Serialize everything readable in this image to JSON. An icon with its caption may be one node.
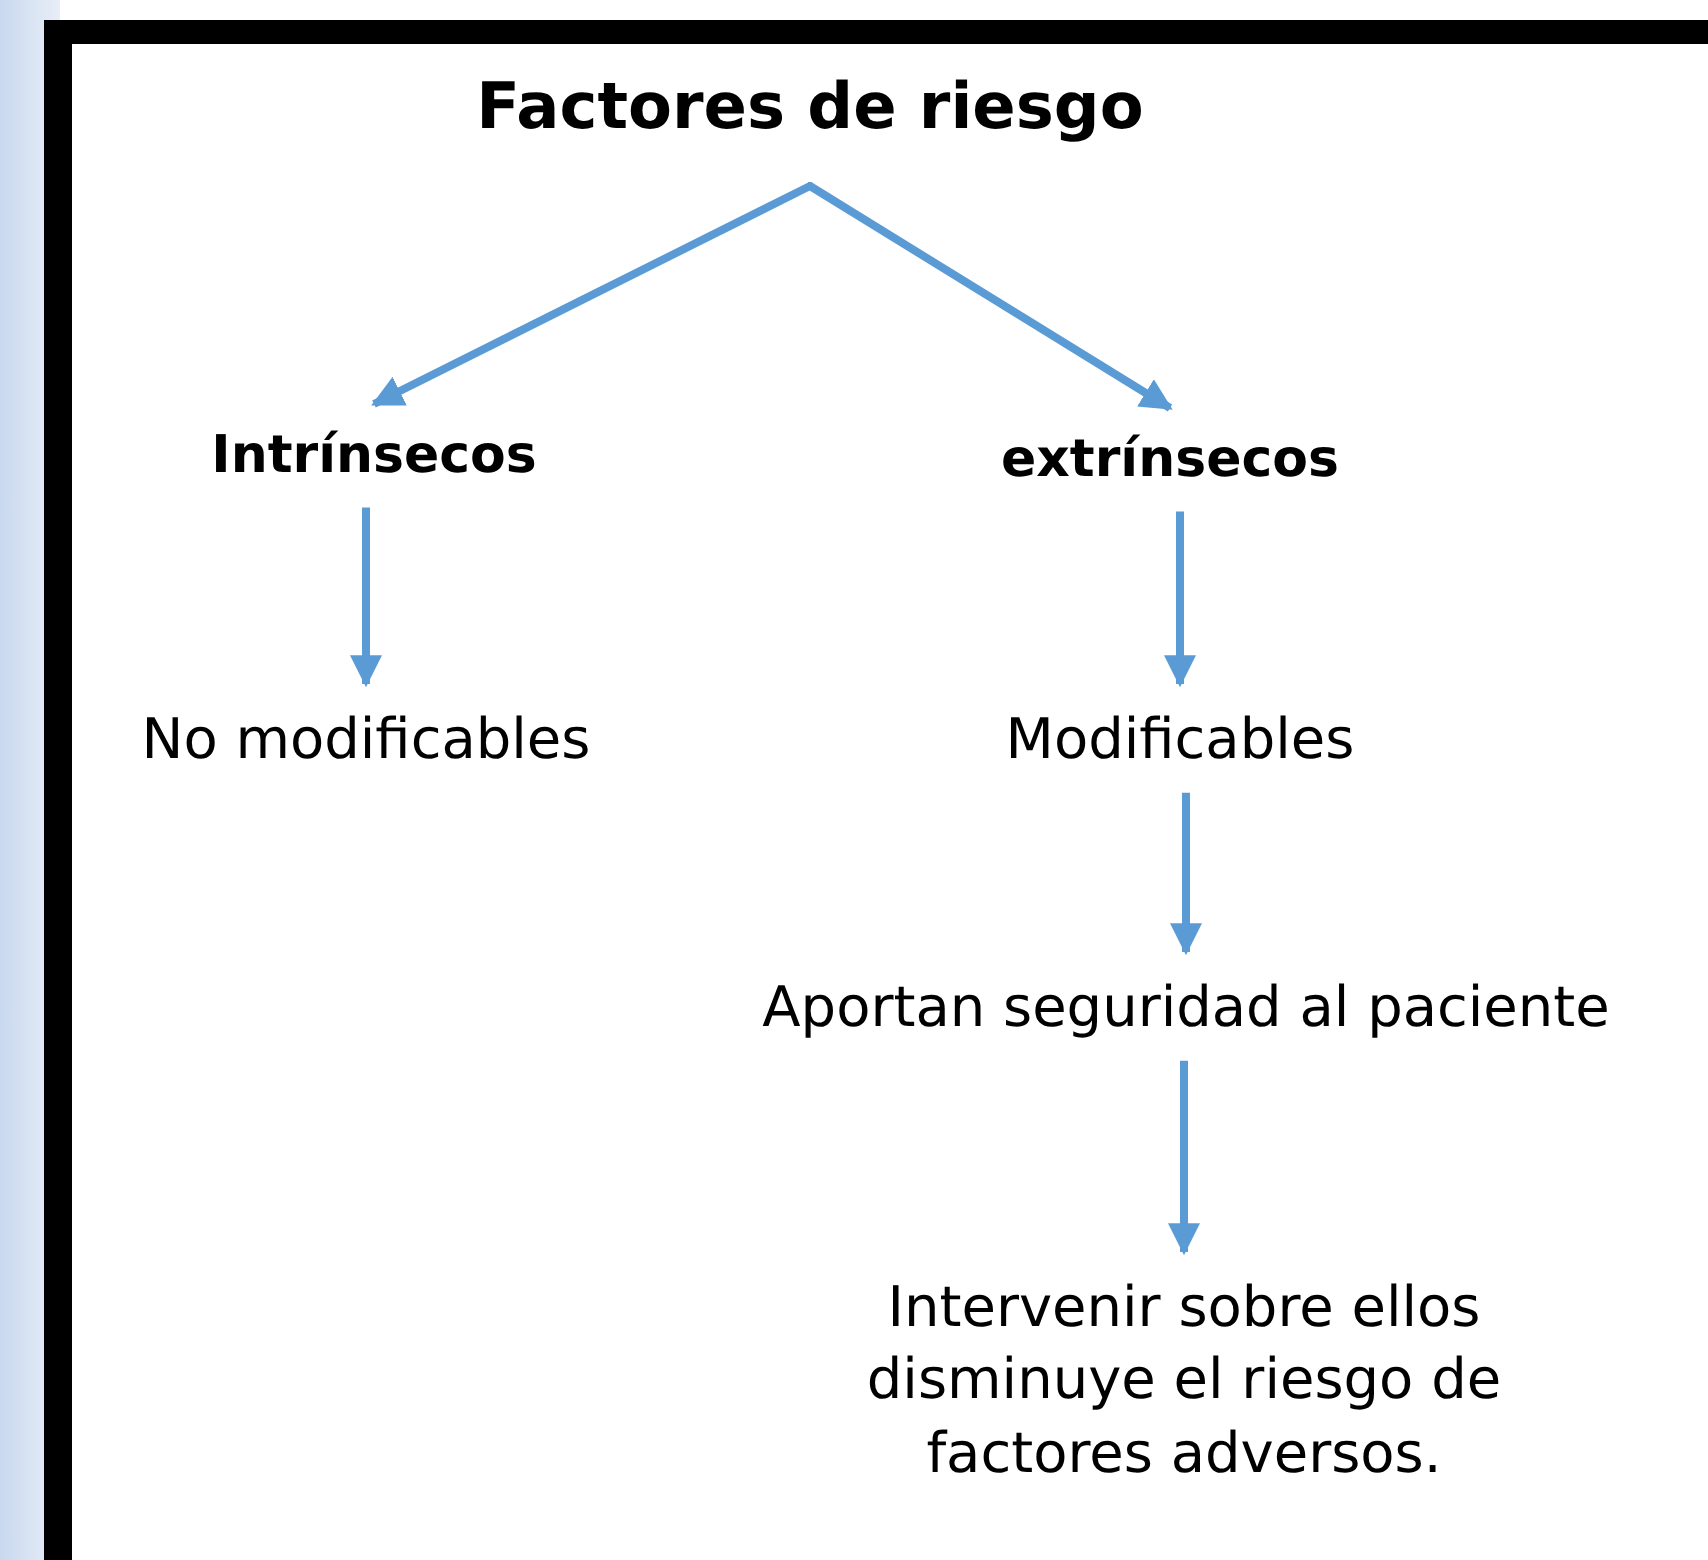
{
  "diagram": {
    "title": "Factores de riesgo",
    "nodes": [
      {
        "text": [
          "Intrínsecos"
        ]
      },
      {
        "text": [
          "extrínsecos"
        ]
      },
      {
        "text": [
          "No modificables"
        ]
      },
      {
        "text": [
          "Modificables"
        ]
      },
      {
        "text": [
          "Aportan seguridad al paciente"
        ]
      },
      {
        "text": [
          "Intervenir sobre ellos disminuye el riesgo de factores adversos."
        ]
      },
      {
        "text": [],
        "shape": "point"
      }
    ],
    "edges": [
      {
        "from": 6,
        "to": 0,
        "arrow": "to"
      },
      {
        "from": 6,
        "to": 1,
        "arrow": "to"
      },
      {
        "from": 0,
        "to": 2,
        "arrow": "to"
      },
      {
        "from": 1,
        "to": 3,
        "arrow": "to"
      },
      {
        "from": 3,
        "to": 4,
        "arrow": "to"
      },
      {
        "from": 4,
        "to": 5,
        "arrow": "to"
      }
    ]
  }
}
